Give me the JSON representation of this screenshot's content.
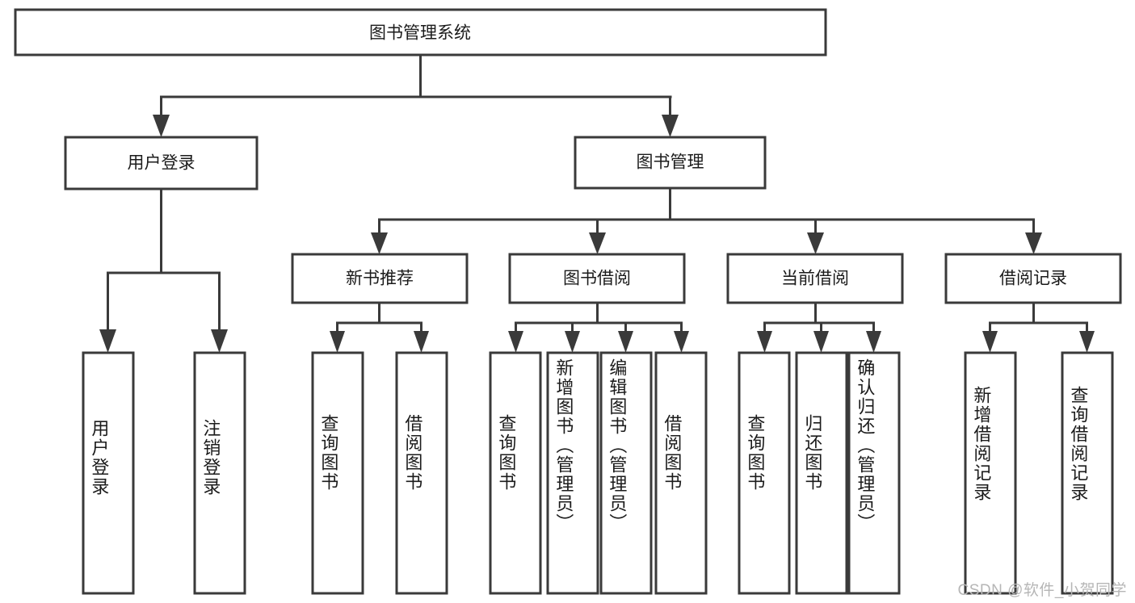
{
  "diagram": {
    "type": "tree-hierarchy-chart",
    "title_box": {
      "label": "图书管理系统"
    },
    "level2": [
      {
        "id": "user-login",
        "label": "用户登录"
      },
      {
        "id": "book-management",
        "label": "图书管理"
      }
    ],
    "level3": [
      {
        "id": "new-book-recommend",
        "label": "新书推荐",
        "parent": "book-management"
      },
      {
        "id": "book-borrow",
        "label": "图书借阅",
        "parent": "book-management"
      },
      {
        "id": "current-borrow",
        "label": "当前借阅",
        "parent": "book-management"
      },
      {
        "id": "borrow-record",
        "label": "借阅记录",
        "parent": "book-management"
      }
    ],
    "leaves": {
      "user_login": [
        {
          "id": "leaf-user-login",
          "label": "用户登录"
        },
        {
          "id": "leaf-logout-login",
          "label": "注销登录"
        }
      ],
      "new_book_recommend": [
        {
          "id": "leaf-query-book-1",
          "label": "查询图书"
        },
        {
          "id": "leaf-borrow-book-1",
          "label": "借阅图书"
        }
      ],
      "book_borrow": [
        {
          "id": "leaf-query-book-2",
          "label": "查询图书"
        },
        {
          "id": "leaf-add-book-admin",
          "label": "新增图书（管理员）"
        },
        {
          "id": "leaf-edit-book-admin",
          "label": "编辑图书（管理员）"
        },
        {
          "id": "leaf-borrow-book-2",
          "label": "借阅图书"
        }
      ],
      "current_borrow": [
        {
          "id": "leaf-query-book-3",
          "label": "查询图书"
        },
        {
          "id": "leaf-return-book",
          "label": "归还图书"
        },
        {
          "id": "leaf-confirm-return-admin",
          "label": "确认归还（管理员）"
        }
      ],
      "borrow_record": [
        {
          "id": "leaf-add-borrow-record",
          "label": "新增借阅记录"
        },
        {
          "id": "leaf-query-borrow-record",
          "label": "查询借阅记录"
        }
      ]
    },
    "watermark": "CSDN @软件_小贺同学",
    "colors": {
      "stroke": "#3a3a3a",
      "fill": "#ffffff",
      "text": "#1b1b1b",
      "watermark": "#b6b6b6"
    }
  }
}
